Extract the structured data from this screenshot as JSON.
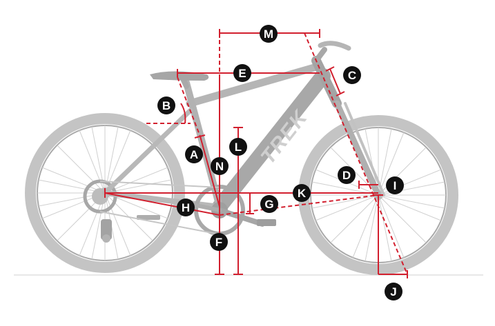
{
  "diagram": {
    "brand_mark": "TREK",
    "labels": {
      "a": "A",
      "b": "B",
      "c": "C",
      "d": "D",
      "e": "E",
      "f": "F",
      "g": "G",
      "h": "H",
      "i": "I",
      "j": "J",
      "k": "K",
      "l": "L",
      "m": "M",
      "n": "N"
    },
    "colors": {
      "dimension_line": "#d21f2e",
      "marker_fill": "#111111",
      "marker_text": "#ffffff",
      "bike_grey": "#b8b8b8",
      "ground": "#d0d0d0"
    }
  }
}
